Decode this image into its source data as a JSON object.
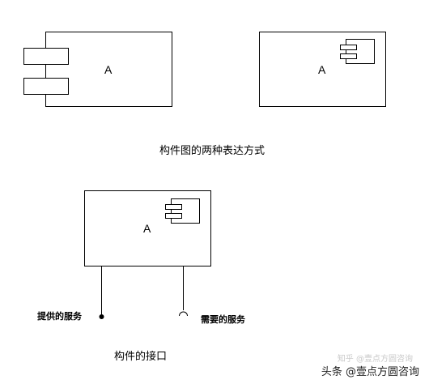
{
  "diagram": {
    "component_a1_label": "A",
    "component_a2_label": "A",
    "component_a3_label": "A",
    "caption_top": "构件图的两种表达方式",
    "provided_interface_label": "提供的服务",
    "required_interface_label": "需要的服务",
    "caption_bottom": "构件的接口"
  },
  "watermark": {
    "text": "头条 @壹点方圆咨询",
    "faint_text": "知乎 @壹点方圆咨询"
  },
  "colors": {
    "stroke": "#000000",
    "background": "#ffffff"
  }
}
